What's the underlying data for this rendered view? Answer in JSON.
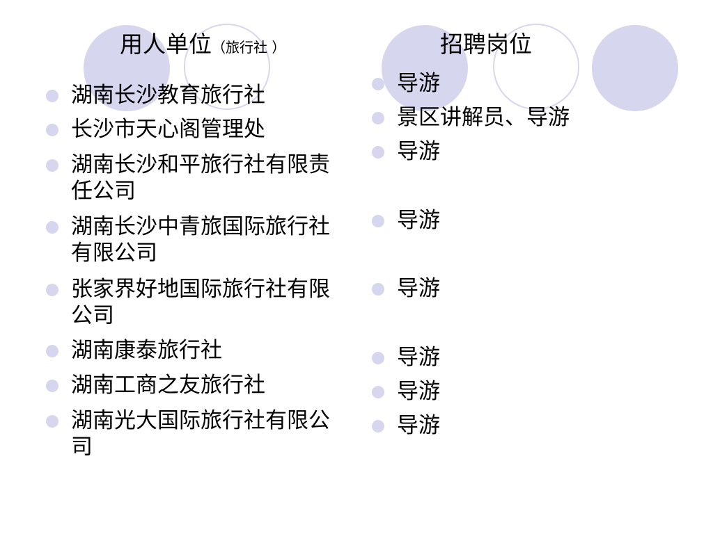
{
  "left": {
    "heading": "用人单位",
    "heading_sub": "（旅行社 ）",
    "items": [
      "湖南长沙教育旅行社",
      "长沙市天心阁管理处",
      "湖南长沙和平旅行社有限责任公司",
      "湖南长沙中青旅国际旅行社有限公司",
      "张家界好地国际旅行社有限公司",
      "湖南康泰旅行社",
      "湖南工商之友旅行社",
      "湖南光大国际旅行社有限公司"
    ]
  },
  "right": {
    "heading": "招聘岗位",
    "items": [
      "导游",
      "景区讲解员、导游",
      "导游",
      "导游",
      "导游",
      "导游",
      "导游",
      "导游"
    ]
  },
  "colors": {
    "accent": "#d6d6ee",
    "text": "#000000",
    "background": "#ffffff"
  }
}
